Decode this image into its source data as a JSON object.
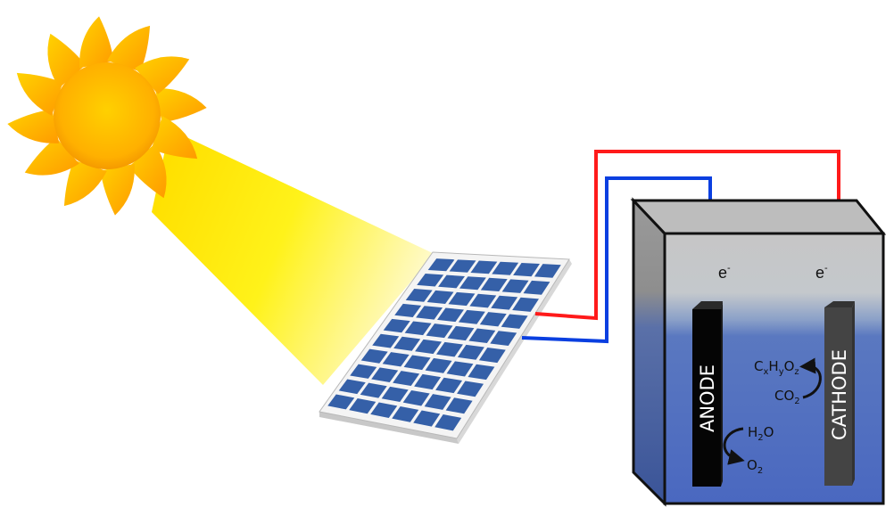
{
  "colors": {
    "positive_wire": "#ff1a1a",
    "negative_wire": "#0a3fe0",
    "electrolyte": "#4a69c0",
    "panel_cell": "#3560a8",
    "anode": "#050505",
    "cathode": "#444444",
    "sun": "#ffb300"
  },
  "labels": {
    "anode": "ANODE",
    "cathode": "CATHODE",
    "electron_anode": {
      "base": "e",
      "sup": "-"
    },
    "electron_cathode": {
      "base": "e",
      "sup": "-"
    }
  },
  "reactions": {
    "cathode_product": {
      "parts": [
        "C",
        "x",
        "H",
        "y",
        "O",
        "z"
      ]
    },
    "cathode_reactant": {
      "base": "CO",
      "sub": "2"
    },
    "anode_reactant": {
      "base1": "H",
      "sub": "2",
      "base2": "O"
    },
    "anode_product": {
      "base": "O",
      "sub": "2"
    }
  }
}
